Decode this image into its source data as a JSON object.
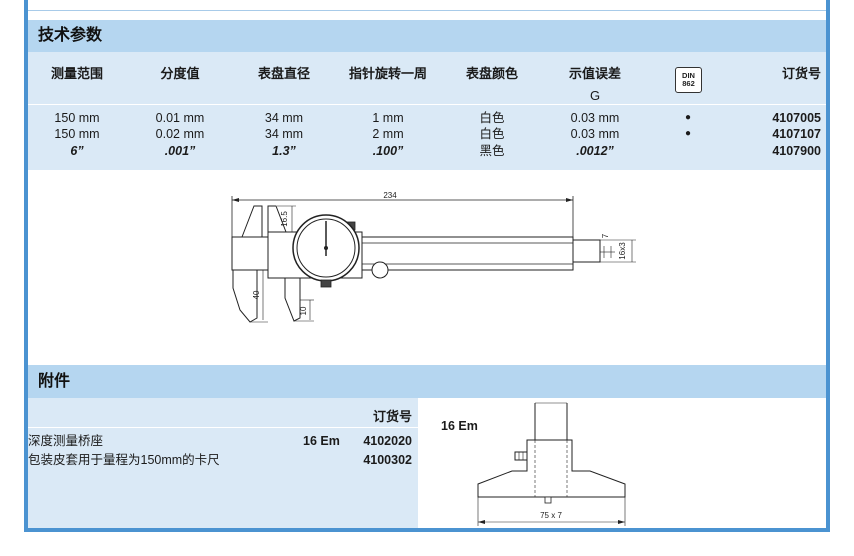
{
  "technical_data": {
    "title": "技术参数",
    "columns": {
      "range": "测量范围",
      "division": "分度值",
      "dial_diameter": "表盘直径",
      "per_revolution": "指针旋转一周",
      "dial_color": "表盘颜色",
      "error": "示值误差",
      "error_symbol": "G",
      "din_badge": {
        "line1": "DIN",
        "line2": "862"
      },
      "order_no": "订货号"
    },
    "rows": [
      {
        "range": "150 mm",
        "division": "0.01 mm",
        "dial_diameter": "34 mm",
        "per_revolution": "1 mm",
        "dial_color": "白色",
        "error": "0.03 mm",
        "din": "●",
        "order_no": "4107005"
      },
      {
        "range": "150 mm",
        "division": "0.02 mm",
        "dial_diameter": "34 mm",
        "per_revolution": "2 mm",
        "dial_color": "白色",
        "error": "0.03 mm",
        "din": "●",
        "order_no": "4107107"
      },
      {
        "range": "6”",
        "division": ".001”",
        "dial_diameter": "1.3”",
        "per_revolution": ".100”",
        "dial_color": "黑色",
        "error": ".0012”",
        "order_no": "4107900"
      }
    ]
  },
  "caliper_drawing": {
    "length": "234",
    "upper_jaw_depth": "16.5",
    "lower_jaw_depth": "40",
    "jaw_tip": "10",
    "rod_thickness": "7",
    "rod_section": "16x3"
  },
  "accessories": {
    "title": "附件",
    "order_no_header": "订货号",
    "items": [
      {
        "name": "深度测量桥座",
        "model": "16 Em",
        "order_no": "4102020"
      },
      {
        "name": "包装皮套用于量程为150mm的卡尺",
        "order_no": "4100302"
      }
    ],
    "drawing": {
      "model": "16 Em",
      "dimension": "75 x 7"
    }
  },
  "colors": {
    "frame_border": "#4b93d1",
    "section_header": "#b5d6f0",
    "table_band": "#dae9f6"
  }
}
